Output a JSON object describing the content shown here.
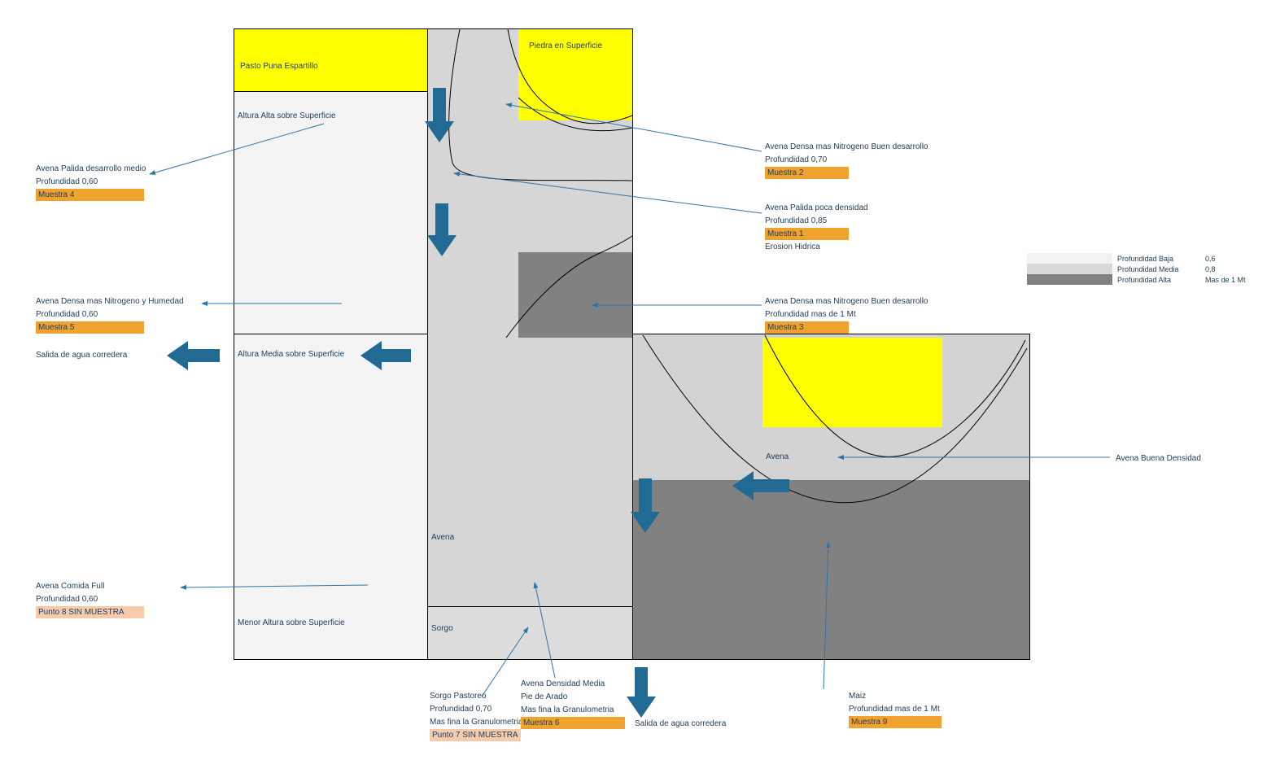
{
  "colors": {
    "yellow": "#ffff00",
    "light_plot": "#f4f4f4",
    "mid_gray": "#d6d6d6",
    "right_gray": "#d3d3d3",
    "dark_gray": "#818181",
    "arrow_blue": "#216a94",
    "connector_blue": "#2e74a8",
    "highlight_orange": "#f0a22e",
    "highlight_pink": "#f6cbac",
    "text": "#1f3b57"
  },
  "plots": {
    "pasture_band_label": "Pasto Puna Espartillo",
    "stone_surface_label": "Piedra en Superficie",
    "top_left_label": "Altura Alta sobre Superficie",
    "mid_left_label": "Altura Media sobre Superficie",
    "bottom_left_label": "Menor Altura sobre Superficie",
    "middle_crop_label": "Avena",
    "sorgo_strip_label": "Sorgo",
    "right_crop_label": "Avena"
  },
  "annotations": {
    "muestra4": {
      "lines": [
        "Avena Palida desarrollo medio",
        "Profundidad 0,60"
      ],
      "highlight": "Muestra 4"
    },
    "muestra5": {
      "lines": [
        "Avena Densa mas Nitrogeno y Humedad",
        "Profundidad 0,60"
      ],
      "highlight": "Muestra 5"
    },
    "salida_left": "Salida de agua corredera",
    "punto8": {
      "lines": [
        "Avena Comida Full",
        "Profundidad 0,60"
      ],
      "highlight": "Punto 8 SIN MUESTRA"
    },
    "muestra2": {
      "lines": [
        "Avena Densa mas Nitrogeno Buen desarrollo",
        "Profundidad 0,70"
      ],
      "highlight": "Muestra 2"
    },
    "muestra1": {
      "lines": [
        "Avena Palida poca densidad",
        "Profundidad 0,85"
      ],
      "highlight": "Muestra 1",
      "after": "Erosion Hidrica"
    },
    "muestra3": {
      "lines": [
        "Avena Densa mas Nitrogeno Buen desarrollo",
        "Profundidad mas de 1 Mt"
      ],
      "highlight": "Muestra 3"
    },
    "avena_buena": "Avena Buena Densidad",
    "punto7": {
      "lines": [
        "Sorgo Pastoreo",
        "Profundidad 0,70",
        "Mas fina la Granulometria"
      ],
      "highlight": "Punto 7 SIN MUESTRA"
    },
    "muestra6": {
      "lines": [
        "Avena Densidad Media",
        "Pie de Arado",
        "Mas fina la Granulometria"
      ],
      "highlight": "Muestra 6"
    },
    "salida_bottom": "Salida de agua corredera",
    "muestra9": {
      "lines": [
        "Maiz",
        "Profundidad mas de 1 Mt"
      ],
      "highlight": "Muestra 9"
    }
  },
  "legend": {
    "rows": [
      {
        "label": "Profundidad Baja",
        "value": "0,6",
        "swatch": "#f2f2f2"
      },
      {
        "label": "Profundidad Media",
        "value": "0,8",
        "swatch": "#d9d9d9"
      },
      {
        "label": "Profundidad Alta",
        "value": "Mas de 1 Mt",
        "swatch": "#818181"
      }
    ]
  }
}
